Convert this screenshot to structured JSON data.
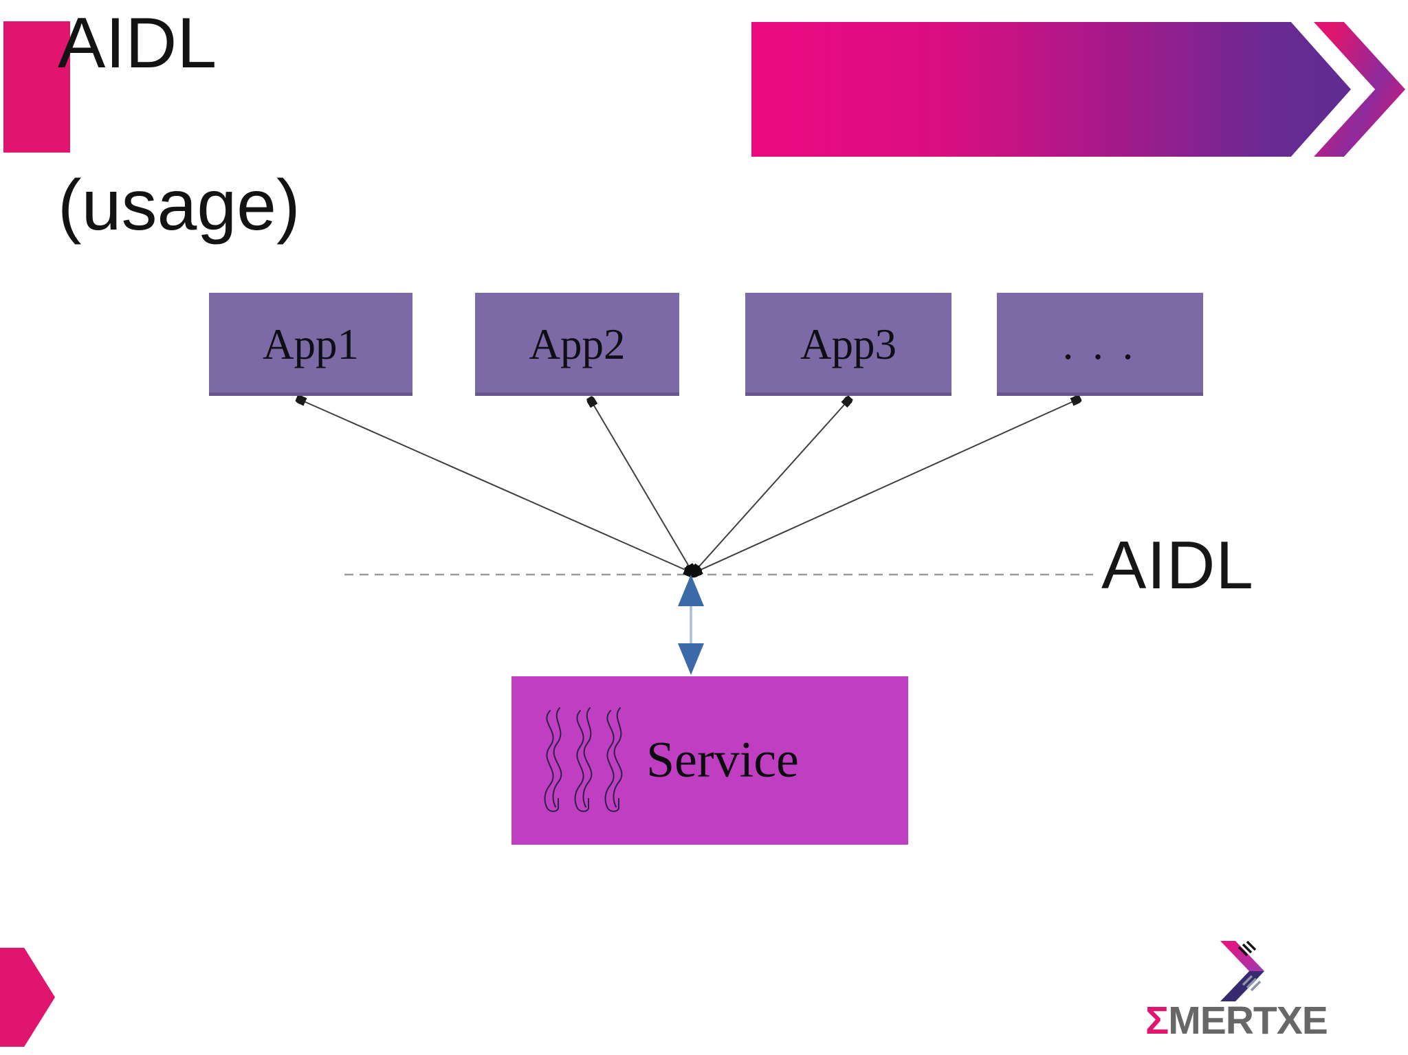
{
  "header": {
    "title_line1": "AIDL",
    "title_line2": "(usage)"
  },
  "diagram": {
    "apps": [
      {
        "label": "App1"
      },
      {
        "label": "App2"
      },
      {
        "label": "App3"
      },
      {
        "label": ". . ."
      }
    ],
    "interface_label": "AIDL",
    "service": {
      "label": "Service"
    },
    "edges": [
      {
        "from": "App1",
        "to": "AIDL interface line",
        "arrows": "both",
        "color": "#3f3f3f"
      },
      {
        "from": "App2",
        "to": "AIDL interface line",
        "arrows": "both",
        "color": "#3f3f3f"
      },
      {
        "from": "App3",
        "to": "AIDL interface line",
        "arrows": "both",
        "color": "#3f3f3f"
      },
      {
        "from": ". . .",
        "to": "AIDL interface line",
        "arrows": "both",
        "color": "#3f3f3f"
      },
      {
        "from": "AIDL interface line",
        "to": "Service",
        "arrows": "both",
        "color": "#3c69a8"
      }
    ]
  },
  "footer": {
    "logo_sigma": "Σ",
    "logo_text": "MERTXE"
  },
  "colors": {
    "accent_pink": "#e0156e",
    "banner_gradient_start": "#ec0980",
    "banner_gradient_end": "#5e2c90",
    "app_box_purple": "#7b6aa5",
    "service_box_magenta": "#bf3ec1",
    "arrow_blue_head": "#3c69a8",
    "arrow_blue_shaft": "#a6bedf",
    "dashed_line_gray": "#9a9a9a",
    "logo_gray": "#676767",
    "logo_navy": "#372a71"
  }
}
